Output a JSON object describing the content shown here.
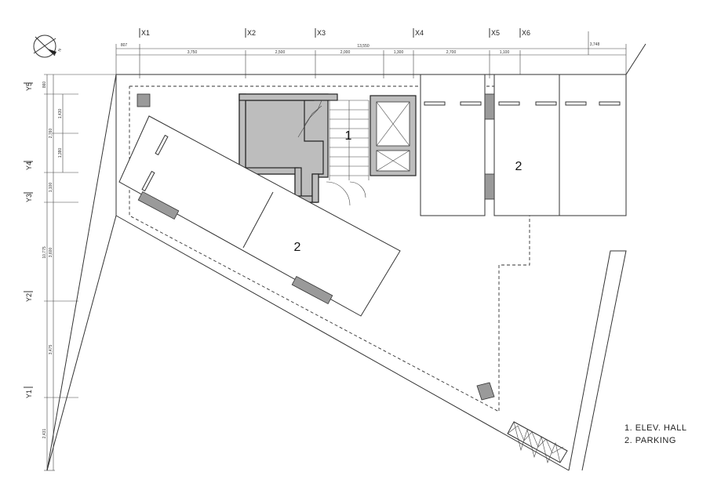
{
  "grid": {
    "x_labels": [
      "X1",
      "X2",
      "X3",
      "X4",
      "X5",
      "X6"
    ],
    "y_labels": [
      "Y5",
      "Y4",
      "Y3",
      "Y2",
      "Y1"
    ]
  },
  "dimensions": {
    "top_overall": "13,550",
    "top_segments": [
      "807",
      "3,750",
      "2,500",
      "2,000",
      "1,300",
      "2,700",
      "1,100",
      "3,748"
    ],
    "left_overall": "10,775",
    "left_segments": [
      "860",
      "2,760",
      "1,100",
      "3,600",
      "3,475",
      "2,431"
    ],
    "left_sub": [
      "1,430",
      "1,380"
    ]
  },
  "rooms": {
    "elev_hall": "1",
    "parking_a": "2",
    "parking_b": "2"
  },
  "legend": {
    "items": [
      "1. ELEV. HALL",
      "2. PARKING"
    ]
  },
  "north": {
    "label": "N"
  }
}
